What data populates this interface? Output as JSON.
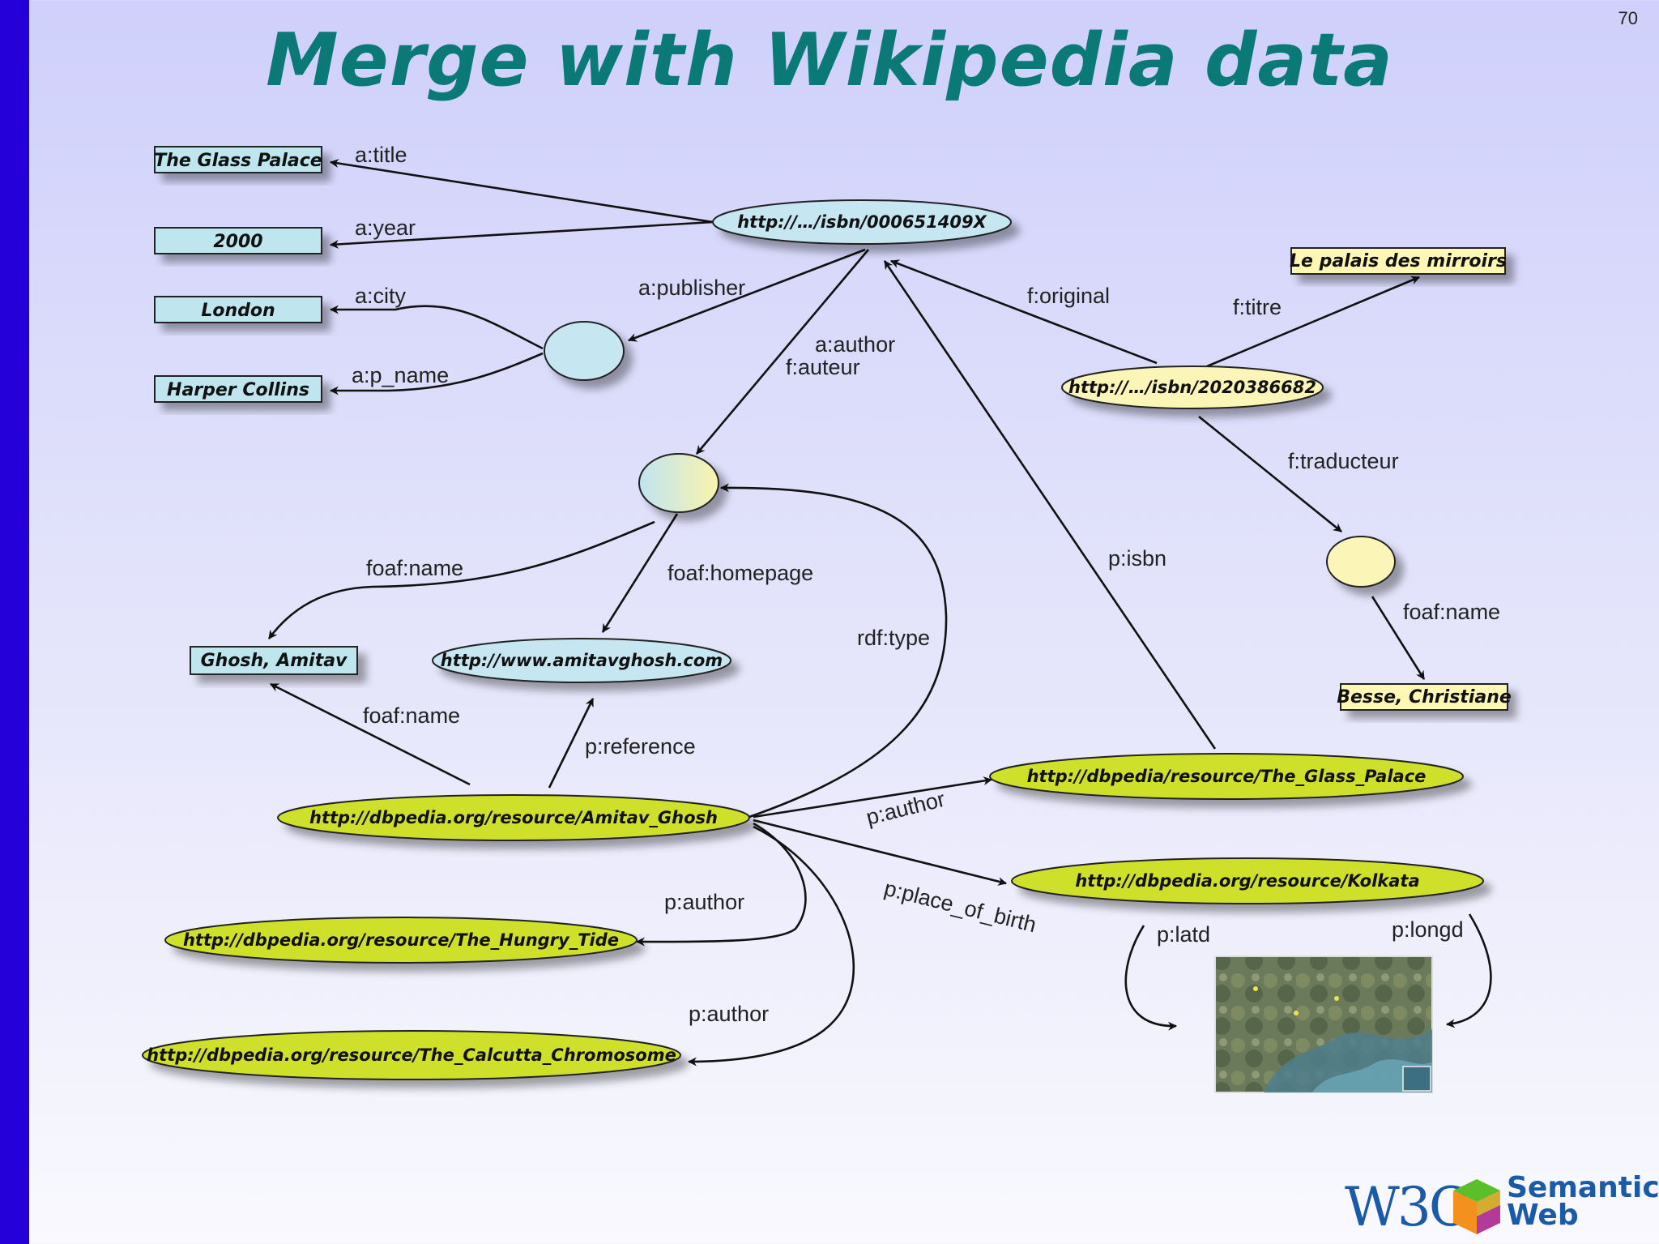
{
  "slide": {
    "title": "Merge with Wikipedia data",
    "page_number": "70"
  },
  "nodes": {
    "lit_glass_palace": "The Glass Palace",
    "lit_2000": "2000",
    "lit_london": "London",
    "lit_harper": "Harper Collins",
    "lit_palais": "Le palais des mirroirs",
    "lit_ghosh": "Ghosh, Amitav",
    "lit_besse": "Besse, Christiane",
    "uri_isbn_en": "http://…/isbn/000651409X",
    "uri_isbn_fr": "http://…/isbn/2020386682",
    "uri_homepage": "http://www.amitavghosh.com",
    "uri_dbp_amitav": "http://dbpedia.org/resource/Amitav_Ghosh",
    "uri_dbp_glass": "http://dbpedia/resource/The_Glass_Palace",
    "uri_dbp_kolkata": "http://dbpedia.org/resource/Kolkata",
    "uri_dbp_hungry": "http://dbpedia.org/resource/The_Hungry_Tide",
    "uri_dbp_calcutta": "http://dbpedia.org/resource/The_Calcutta_Chromosome"
  },
  "edges": {
    "a_title": "a:title",
    "a_year": "a:year",
    "a_city": "a:city",
    "a_p_name": "a:p_name",
    "a_publisher": "a:publisher",
    "a_author": "a:author",
    "f_auteur": "f:auteur",
    "f_original": "f:original",
    "f_titre": "f:titre",
    "f_traducteur": "f:traducteur",
    "foaf_name_1": "foaf:name",
    "foaf_homepage": "foaf:homepage",
    "foaf_name_2": "foaf:name",
    "foaf_name_3": "foaf:name",
    "rdf_type": "rdf:type",
    "p_isbn": "p:isbn",
    "p_reference": "p:reference",
    "p_author_1": "p:author",
    "p_author_2": "p:author",
    "p_author_3": "p:author",
    "p_place_of_birth": "p:place_of_birth",
    "p_latd": "p:latd",
    "p_longd": "p:longd"
  },
  "logo": {
    "org": "W3C",
    "word1": "Semantic",
    "word2": "Web"
  },
  "colors": {
    "title": "#0b7a76",
    "left_bar": "#2500d8",
    "literal_blue": "#bfe6ee",
    "literal_yellow": "#fff7b4",
    "dbpedia_green": "#cfe02a",
    "blank_node_blue": "#c6e6f2",
    "blank_node_yellow": "#fbf5b8"
  },
  "icons": [
    "satellite-map-image",
    "w3c-logo",
    "semantic-web-cube-icon"
  ]
}
